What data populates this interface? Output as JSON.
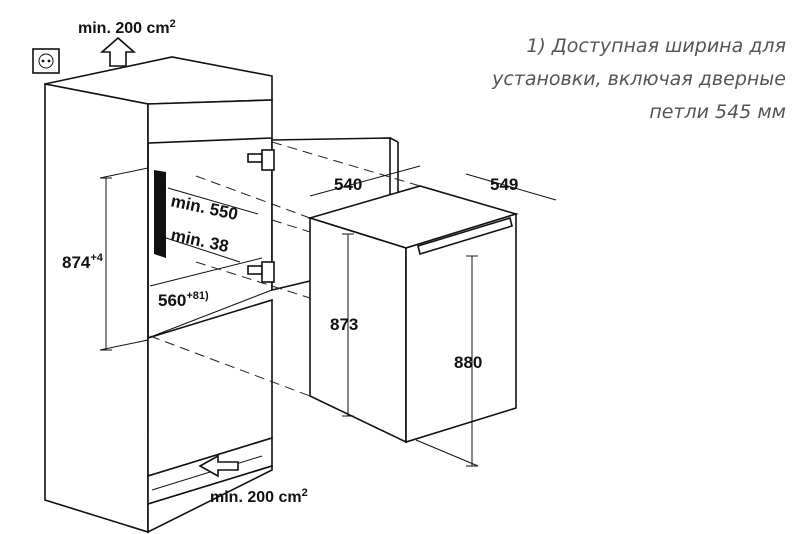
{
  "vent_top_label": "min. 200 cm",
  "vent_top_sup": "2",
  "vent_bottom_label": "min. 200 cm",
  "vent_bottom_sup": "2",
  "niche_depth": "min. 550",
  "niche_side": "min. 38",
  "niche_height": "874",
  "niche_height_tol": "+4",
  "niche_width": "560",
  "niche_width_tol": "+8",
  "niche_width_ref": "1)",
  "fridge_width": "540",
  "fridge_depth": "549",
  "fridge_height_body": "873",
  "fridge_height_total": "880",
  "footnote": [
    "1) Доступная ширина для",
    "установки, включая дверные",
    "петли 545 мм"
  ]
}
